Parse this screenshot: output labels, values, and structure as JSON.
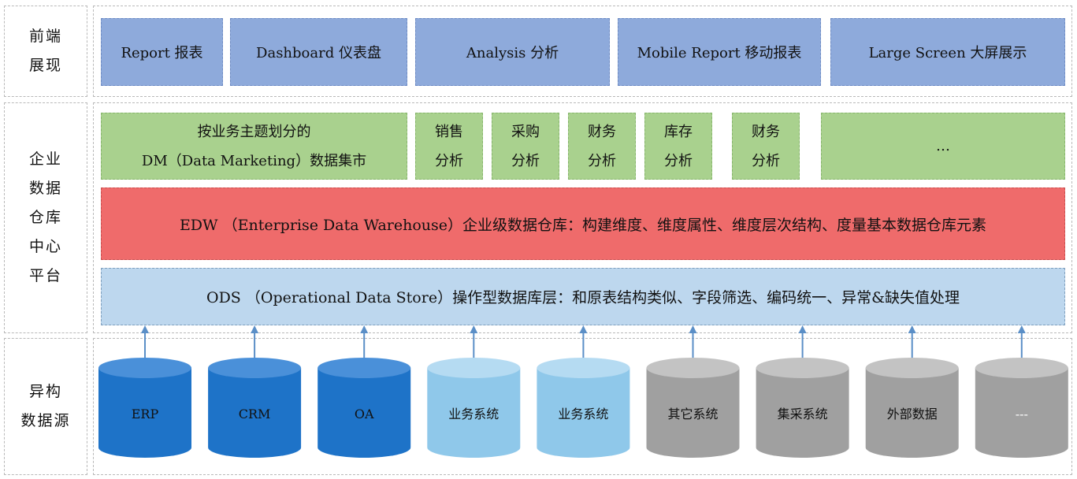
{
  "layers": {
    "frontend": {
      "label_lines": [
        "前端",
        "展现"
      ]
    },
    "warehouse": {
      "label_lines": [
        "企业",
        "数据",
        "仓库",
        "中心",
        "平台"
      ]
    },
    "sources": {
      "label_lines": [
        "异构",
        "数据源"
      ]
    }
  },
  "frontend_items": [
    "Report 报表",
    "Dashboard 仪表盘",
    "Analysis 分析",
    "Mobile Report 移动报表",
    "Large Screen 大屏展示"
  ],
  "dm": {
    "main_lines": [
      "按业务主题划分的",
      "DM（Data Marketing）数据集市"
    ],
    "subjects": [
      [
        "销售",
        "分析"
      ],
      [
        "采购",
        "分析"
      ],
      [
        "财务",
        "分析"
      ],
      [
        "库存",
        "分析"
      ],
      [
        "财务",
        "分析"
      ]
    ],
    "more": "…"
  },
  "edw": "EDW （Enterprise Data Warehouse）企业级数据仓库：构建维度、维度属性、维度层次结构、度量基本数据仓库元素",
  "ods": "ODS （Operational Data Store）操作型数据库层：和原表结构类似、字段筛选、编码统一、异常&缺失值处理",
  "data_sources": [
    {
      "label": "ERP",
      "color": "#1e73c8",
      "top_color": "#4a90d9",
      "text_color": "#111111"
    },
    {
      "label": "CRM",
      "color": "#1e73c8",
      "top_color": "#4a90d9",
      "text_color": "#111111"
    },
    {
      "label": "OA",
      "color": "#1e73c8",
      "top_color": "#4a90d9",
      "text_color": "#111111"
    },
    {
      "label": "业务系统",
      "color": "#8fc8ea",
      "top_color": "#b5dbf2",
      "text_color": "#111111"
    },
    {
      "label": "业务系统",
      "color": "#8fc8ea",
      "top_color": "#b5dbf2",
      "text_color": "#111111"
    },
    {
      "label": "其它系统",
      "color": "#a0a0a0",
      "top_color": "#c3c3c3",
      "text_color": "#111111"
    },
    {
      "label": "集采系统",
      "color": "#a0a0a0",
      "top_color": "#c3c3c3",
      "text_color": "#111111"
    },
    {
      "label": "外部数据",
      "color": "#a0a0a0",
      "top_color": "#c3c3c3",
      "text_color": "#111111"
    },
    {
      "label": "---",
      "color": "#a0a0a0",
      "top_color": "#c3c3c3",
      "text_color": "#ffffff"
    }
  ],
  "colors": {
    "frontend_box": "#8eaadb",
    "dm_box": "#a9d18e",
    "edw_box": "#ef6b6b",
    "ods_box": "#bdd7ee",
    "arrow": "#5b8fc7"
  }
}
